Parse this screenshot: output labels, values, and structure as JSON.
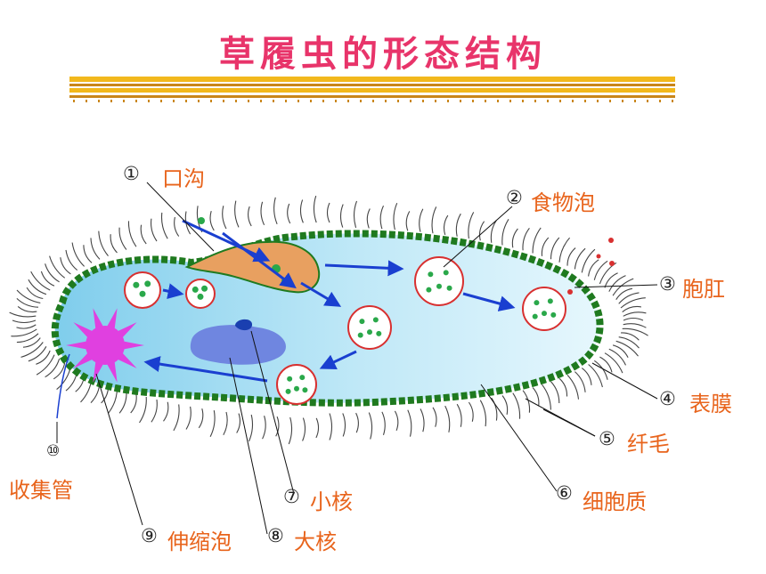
{
  "title": "草履虫的形态结构",
  "labels": {
    "l1": {
      "num": "①",
      "text": "口沟"
    },
    "l2": {
      "num": "②",
      "text": "食物泡"
    },
    "l3": {
      "num": "③",
      "text": "胞肛"
    },
    "l4": {
      "num": "④",
      "text": "表膜"
    },
    "l5": {
      "num": "⑤",
      "text": "纤毛"
    },
    "l6": {
      "num": "⑥",
      "text": "细胞质"
    },
    "l7": {
      "num": "⑦",
      "text": "小核"
    },
    "l8": {
      "num": "⑧",
      "text": "大核"
    },
    "l9": {
      "num": "⑨",
      "text": "伸缩泡"
    },
    "l10": {
      "num": "⑩",
      "text": "收集管"
    }
  },
  "colors": {
    "title": "#e8346a",
    "label": "#e8641c",
    "cytoplasm": "#9ad8f0",
    "membrane": "#1f7a1f",
    "oral_groove": "#e8a060",
    "vacuole_border": "#d83030",
    "food_particle": "#2aa84a",
    "macronucleus": "#6f86e0",
    "micronucleus": "#1a3fb0",
    "contractile_vacuole": "#e040e0",
    "flow_arrow": "#1a3fd0",
    "band": "#f2b81c"
  }
}
